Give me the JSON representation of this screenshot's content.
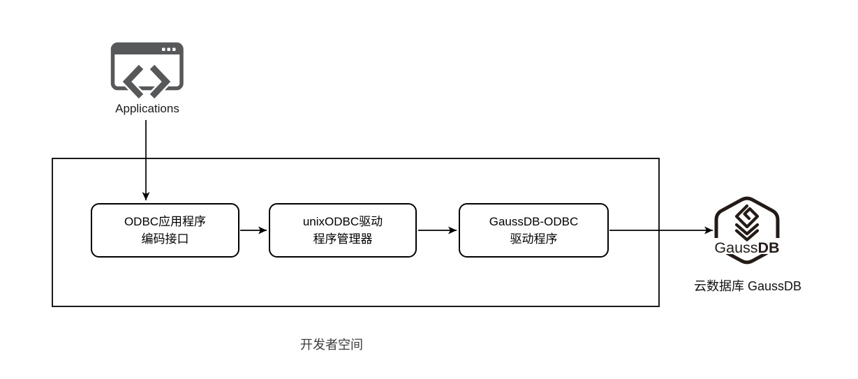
{
  "applications": {
    "label": "Applications"
  },
  "flow_boxes": [
    {
      "line1": "ODBC应用程序",
      "line2": "编码接口"
    },
    {
      "line1": "unixODBC驱动",
      "line2": "程序管理器"
    },
    {
      "line1": "GaussDB-ODBC",
      "line2": "驱动程序"
    }
  ],
  "container": {
    "label": "开发者空间"
  },
  "gaussdb": {
    "logo_light": "Gauss",
    "logo_bold": "DB",
    "label": "云数据库 GaussDB"
  },
  "icons": {
    "applications": "code-window-icon",
    "gaussdb": "gaussdb-hexagon-layers-logo"
  },
  "colors": {
    "background": "#ffffff",
    "line": "#000000",
    "box_border": "#000000",
    "container_border": "#1a1a1a",
    "app_icon_gray": "#57585a",
    "gaussdb_logo": "#241b17",
    "text": "#1a1a1a",
    "caption": "#3d3d3d"
  }
}
